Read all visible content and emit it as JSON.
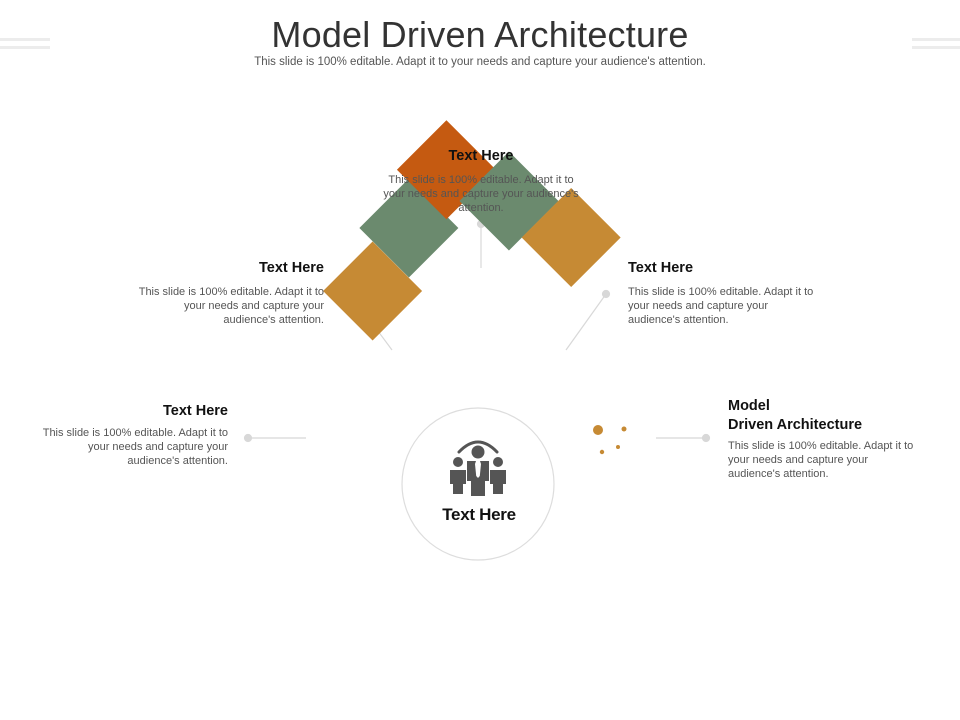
{
  "title": "Model Driven Architecture",
  "subtitle": "This slide is 100% editable. Adapt it to your needs and capture your audience's attention.",
  "colors": {
    "orange": "#C55A11",
    "green": "#6B8A6E",
    "gold": "#C68A34",
    "connector": "#d8d8d8",
    "hub_border": "#dddddd",
    "icon_dark": "#555555"
  },
  "items": [
    {
      "label": "Text Here",
      "description": "This slide is 100% editable. Adapt it to your needs and capture your audience's attention.",
      "icon": "puzzle-icon",
      "color": "#C68A34"
    },
    {
      "label": "Text Here",
      "description": "This slide is 100% editable. Adapt it to your needs and capture your audience's attention.",
      "icon": "thumbs-up-icon",
      "color": "#6B8A6E"
    },
    {
      "label": "Text Here",
      "description": "This slide is 100% editable. Adapt it to your needs and capture your audience's attention.",
      "icon": "shopping-cart-icon",
      "color": "#C55A11"
    },
    {
      "label": "Text Here",
      "description": "This slide is 100% editable. Adapt it to your needs and capture your audience's attention.",
      "icon": "target-icon",
      "color": "#6B8A6E"
    },
    {
      "label_line1": "Model",
      "label_line2": "Driven Architecture",
      "description": "This slide is 100% editable. Adapt it to your needs and capture your audience's attention.",
      "icon": "gears-icon",
      "color": "#C68A34"
    }
  ],
  "hub": {
    "label": "Text Here",
    "icon": "team-icon"
  }
}
